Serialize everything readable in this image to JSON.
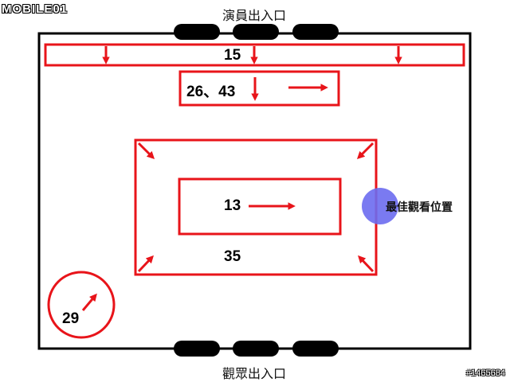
{
  "watermark": {
    "logo": "MOBILE01",
    "id": "#1465684"
  },
  "entrances": {
    "performers": "演員出入口",
    "audience": "觀眾出入口"
  },
  "zones": {
    "top_strip": "15",
    "upper_box": "26、43",
    "center_box": "13",
    "frame": "35",
    "corner_circle": "29"
  },
  "best_view": {
    "label": "最佳觀看位置"
  },
  "colors": {
    "zone": "#e8141a",
    "wall": "#000000",
    "door": "#000000",
    "highlight": "#6b6bf0"
  }
}
